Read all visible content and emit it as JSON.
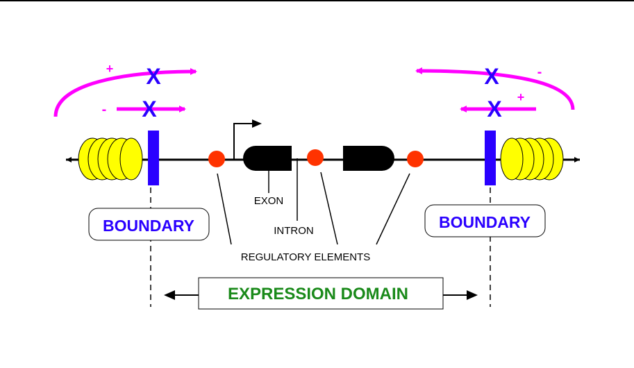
{
  "labels": {
    "boundary_left": "BOUNDARY",
    "boundary_right": "BOUNDARY",
    "exon": "EXON",
    "intron": "INTRON",
    "regulatory": "REGULATORY ELEMENTS",
    "expression_domain": "EXPRESSION DOMAIN"
  },
  "symbols": {
    "block": "X",
    "plus": "+",
    "minus": "-"
  },
  "colors": {
    "chromatin_line": "#000000",
    "nucleosome_fill": "#ffff00",
    "boundary_bar": "#2a00ff",
    "blocked_x": "#2a00ff",
    "arrows": "#ff00ff",
    "regulatory_dot": "#ff3300",
    "exon_fill": "#000000",
    "domain_text": "#1a8a1a",
    "boundary_text": "#2a00ff"
  },
  "icons": {
    "promoter": "promoter-arrow-icon",
    "nucleosome": "nucleosome-icon",
    "enhancer": "regulatory-element-icon"
  }
}
